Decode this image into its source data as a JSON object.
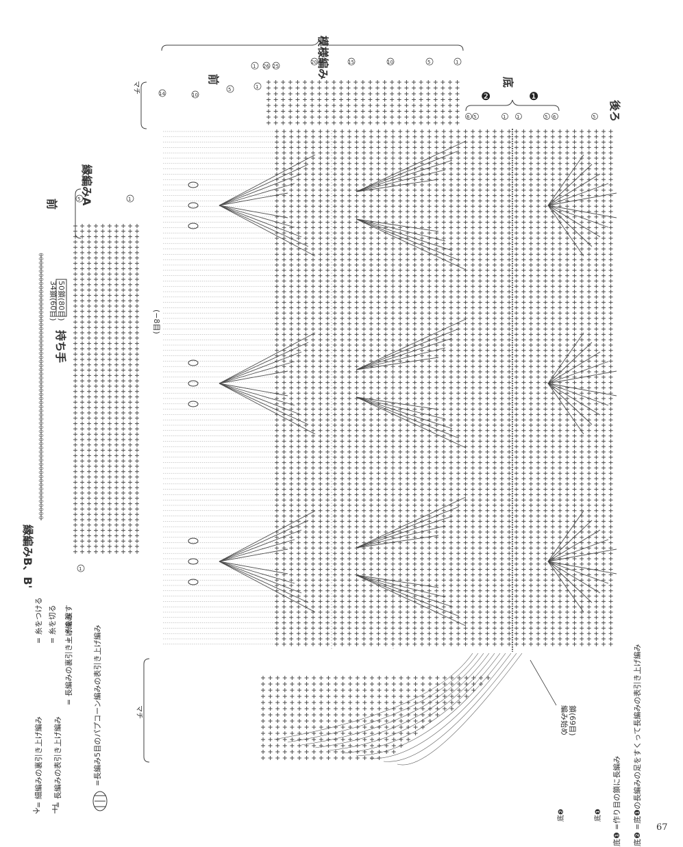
{
  "colors": {
    "ink": "#3c3c3c",
    "grid": "#4a4a4a",
    "faint": "#8a8a8a",
    "filled_circle": "#222222"
  },
  "labels": {
    "pattern_stitch": "模様編み",
    "edging_a": "縁編みA",
    "edging_b": "縁編みB、B'",
    "handle": "持ち手",
    "front_top": "前",
    "front_left": "前",
    "back": "後ろ",
    "bottom": "底",
    "gusset_top": "マチ",
    "gusset_bottom": "マチ",
    "handle_chain_1": "34鎖(60目)",
    "handle_chain_2": "50鎖(80目)",
    "minus_eight": "(−8目)",
    "start_chain": "編み始め",
    "start_chain_count": "鎖(69目)",
    "bottom_1_marker": "❶",
    "bottom_2_marker": "❷",
    "page_number": "67"
  },
  "row_numbers": {
    "top_gusset": [
      "1",
      "26",
      "25",
      "20",
      "15",
      "10",
      "5",
      "1"
    ],
    "top_front": [
      "14",
      "10",
      "5",
      "1"
    ],
    "bottom_section": [
      "6",
      "5",
      "1",
      "1",
      "5",
      "6",
      "5"
    ],
    "edging_a": [
      "5",
      "1"
    ],
    "edging_b": [
      "1"
    ]
  },
  "legend": {
    "sc_reverse_post": "= 細編みの裏引き上げ編み",
    "dc_front_post": "= 長編みの表引き上げ編み",
    "popcorn": "=長編み5目のパプコーン編みの表引き上げ編み",
    "dc_back_post": "= 長編みの裏引き上げ編み",
    "join_yarn": "= 糸をつける",
    "cut_yarn": "= 糸を切る",
    "carry_yarn": "= 糸を渡す",
    "bottom_1_note": "=作り目の鎖に長編み",
    "bottom_2_note": "=底❶の長編みの足をすくって長編みの表引き上げ編み",
    "bottom_1_label": "底❶",
    "bottom_2_label": "底❷"
  }
}
